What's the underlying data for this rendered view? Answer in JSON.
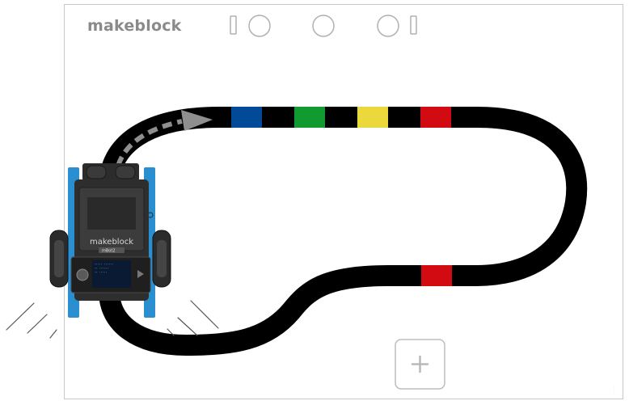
{
  "map": {
    "brand_label": "makeblock",
    "track_color": "#000000",
    "frame_color": "#c8c8c8",
    "arrow_color": "#8f8f8f",
    "color_blocks": [
      {
        "name": "blue",
        "color": "#004a97"
      },
      {
        "name": "green",
        "color": "#119a2f"
      },
      {
        "name": "yellow",
        "color": "#ebd83d"
      },
      {
        "name": "red",
        "color": "#d20a11"
      },
      {
        "name": "red-bottom",
        "color": "#d20a11"
      }
    ],
    "header_icons": [
      "bar-marker-icon",
      "circle-marker-icon",
      "circle-marker-icon",
      "circle-marker-icon",
      "bar-marker-icon"
    ],
    "add_button_icon": "plus-icon"
  },
  "robot": {
    "brand_label": "makeblock",
    "model_label": "mBot2",
    "body_color": "#2a8fd0"
  }
}
